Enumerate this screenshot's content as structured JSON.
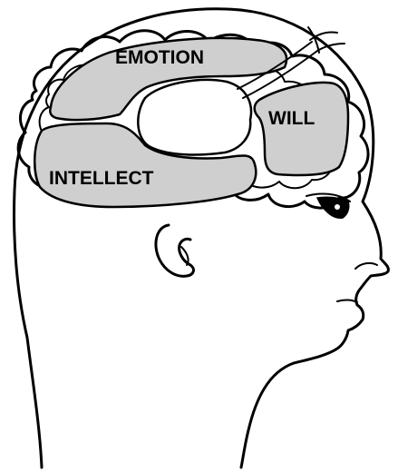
{
  "diagram": {
    "labels": {
      "emotion": "EMOTION",
      "will": "WILL",
      "intellect": "INTELLECT"
    },
    "colors": {
      "region_fill": "#cfcfcf",
      "line": "#000000",
      "background": "#ffffff"
    }
  }
}
